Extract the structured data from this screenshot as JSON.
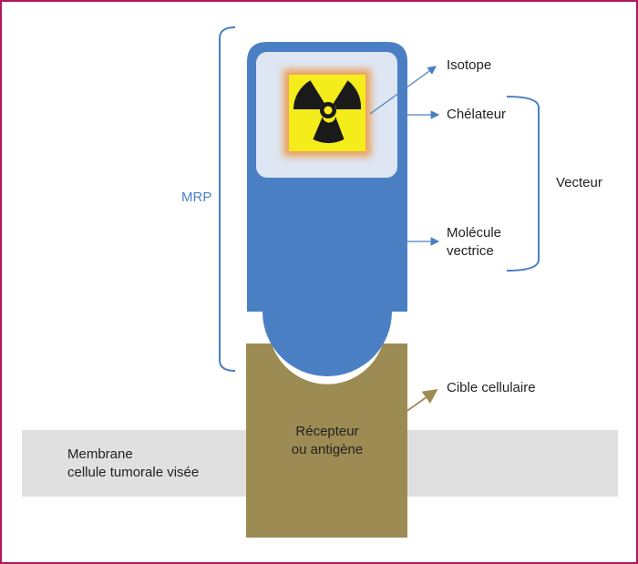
{
  "labels": {
    "isotope": "Isotope",
    "chelateur": "Chélateur",
    "molecule_line1": "Molécule",
    "molecule_line2": "vectrice",
    "vecteur": "Vecteur",
    "mrp": "MRP",
    "cible": "Cible cellulaire",
    "recepteur_line1": "Récepteur",
    "recepteur_line2": "ou antigène",
    "membrane_line1": "Membrane",
    "membrane_line2": "cellule tumorale visée"
  },
  "icons": {
    "radiation": "radiation-trefoil-icon"
  },
  "colors": {
    "frame": "#b0185a",
    "vector_blue": "#4a7fc4",
    "chelator_fill": "#dde6f2",
    "radiation_yellow": "#f5ec1c",
    "radiation_glow": "#f08a2c",
    "receptor": "#9c8b52",
    "membrane": "#e0e0e0",
    "bracket": "#4a7fc4"
  }
}
